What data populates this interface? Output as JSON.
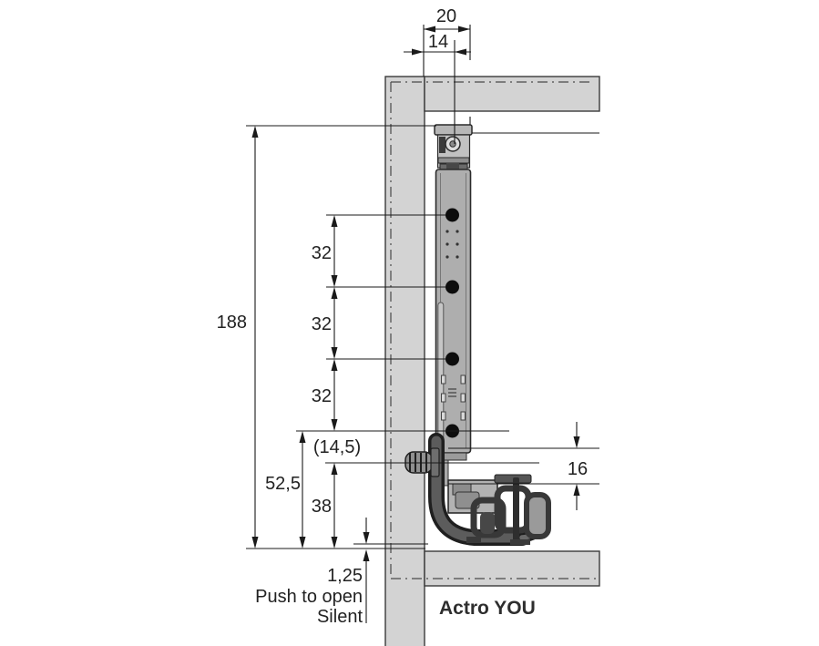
{
  "product": {
    "name": "Actro YOU"
  },
  "drawing": {
    "dimensions": {
      "top_total": "20",
      "top_offset": "14",
      "height_total": "188",
      "hole_pitch_1": "32",
      "hole_pitch_2": "32",
      "hole_pitch_3": "32",
      "screw_ref": "(14,5)",
      "front_height": "52,5",
      "screw_height": "38",
      "rear_clearance": "16",
      "bottom_gap": "1,25"
    },
    "annotations": {
      "feature_line1": "Push to open",
      "feature_line2": "Silent"
    }
  },
  "colors": {
    "panel_fill": "#d3d3d3",
    "panel_stroke": "#3a3a3a",
    "profile_fill": "#aeaeae",
    "profile_light": "#c2c2c2",
    "dark_part": "#3f3f3f",
    "dark_outline": "#1f1f1f",
    "dimension_line": "#1a1a1a",
    "hole_fill": "#0d0d0d",
    "background": "#ffffff"
  }
}
